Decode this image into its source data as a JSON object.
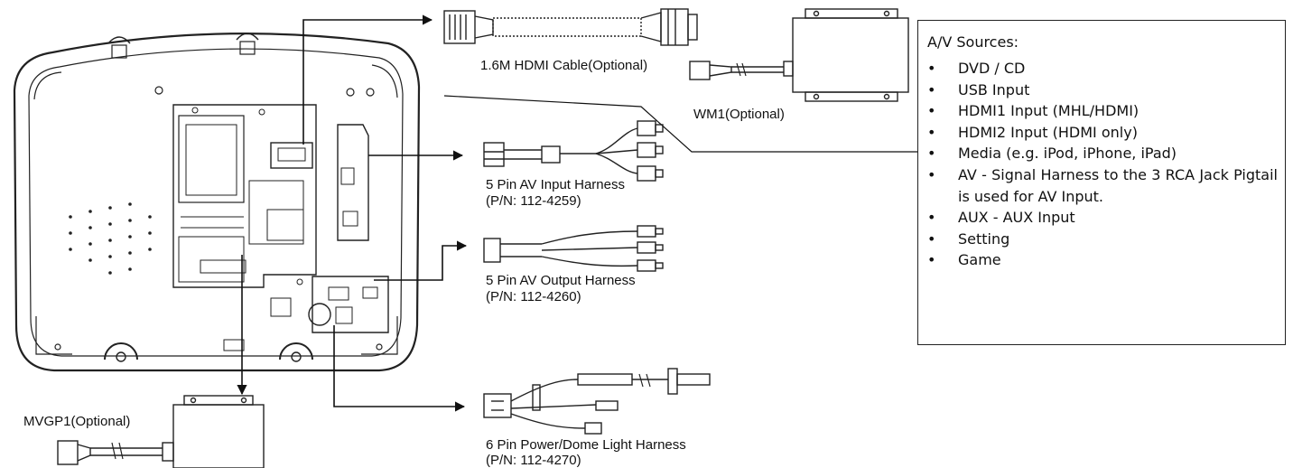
{
  "parts": {
    "hdmi_cable": "1.6M HDMI Cable(Optional)",
    "wm1": "WM1(Optional)",
    "av_input_title": "5 Pin AV Input Harness",
    "av_input_pn": "(P/N: 112-4259)",
    "av_output_title": "5 Pin AV Output Harness",
    "av_output_pn": "(P/N: 112-4260)",
    "power_title": "6 Pin Power/Dome Light Harness",
    "power_pn": "(P/N: 112-4270)",
    "mvgp1": "MVGP1(Optional)"
  },
  "sources": {
    "title": "A/V Sources:",
    "items": [
      "DVD / CD",
      "USB Input",
      "HDMI1 Input (MHL/HDMI)",
      "HDMI2 Input (HDMI only)",
      "Media (e.g. iPod, iPhone, iPad)",
      "AV - Signal Harness to the 3 RCA Jack Pigtail is used for AV Input.",
      "AUX - AUX Input",
      "Setting",
      "Game"
    ]
  }
}
